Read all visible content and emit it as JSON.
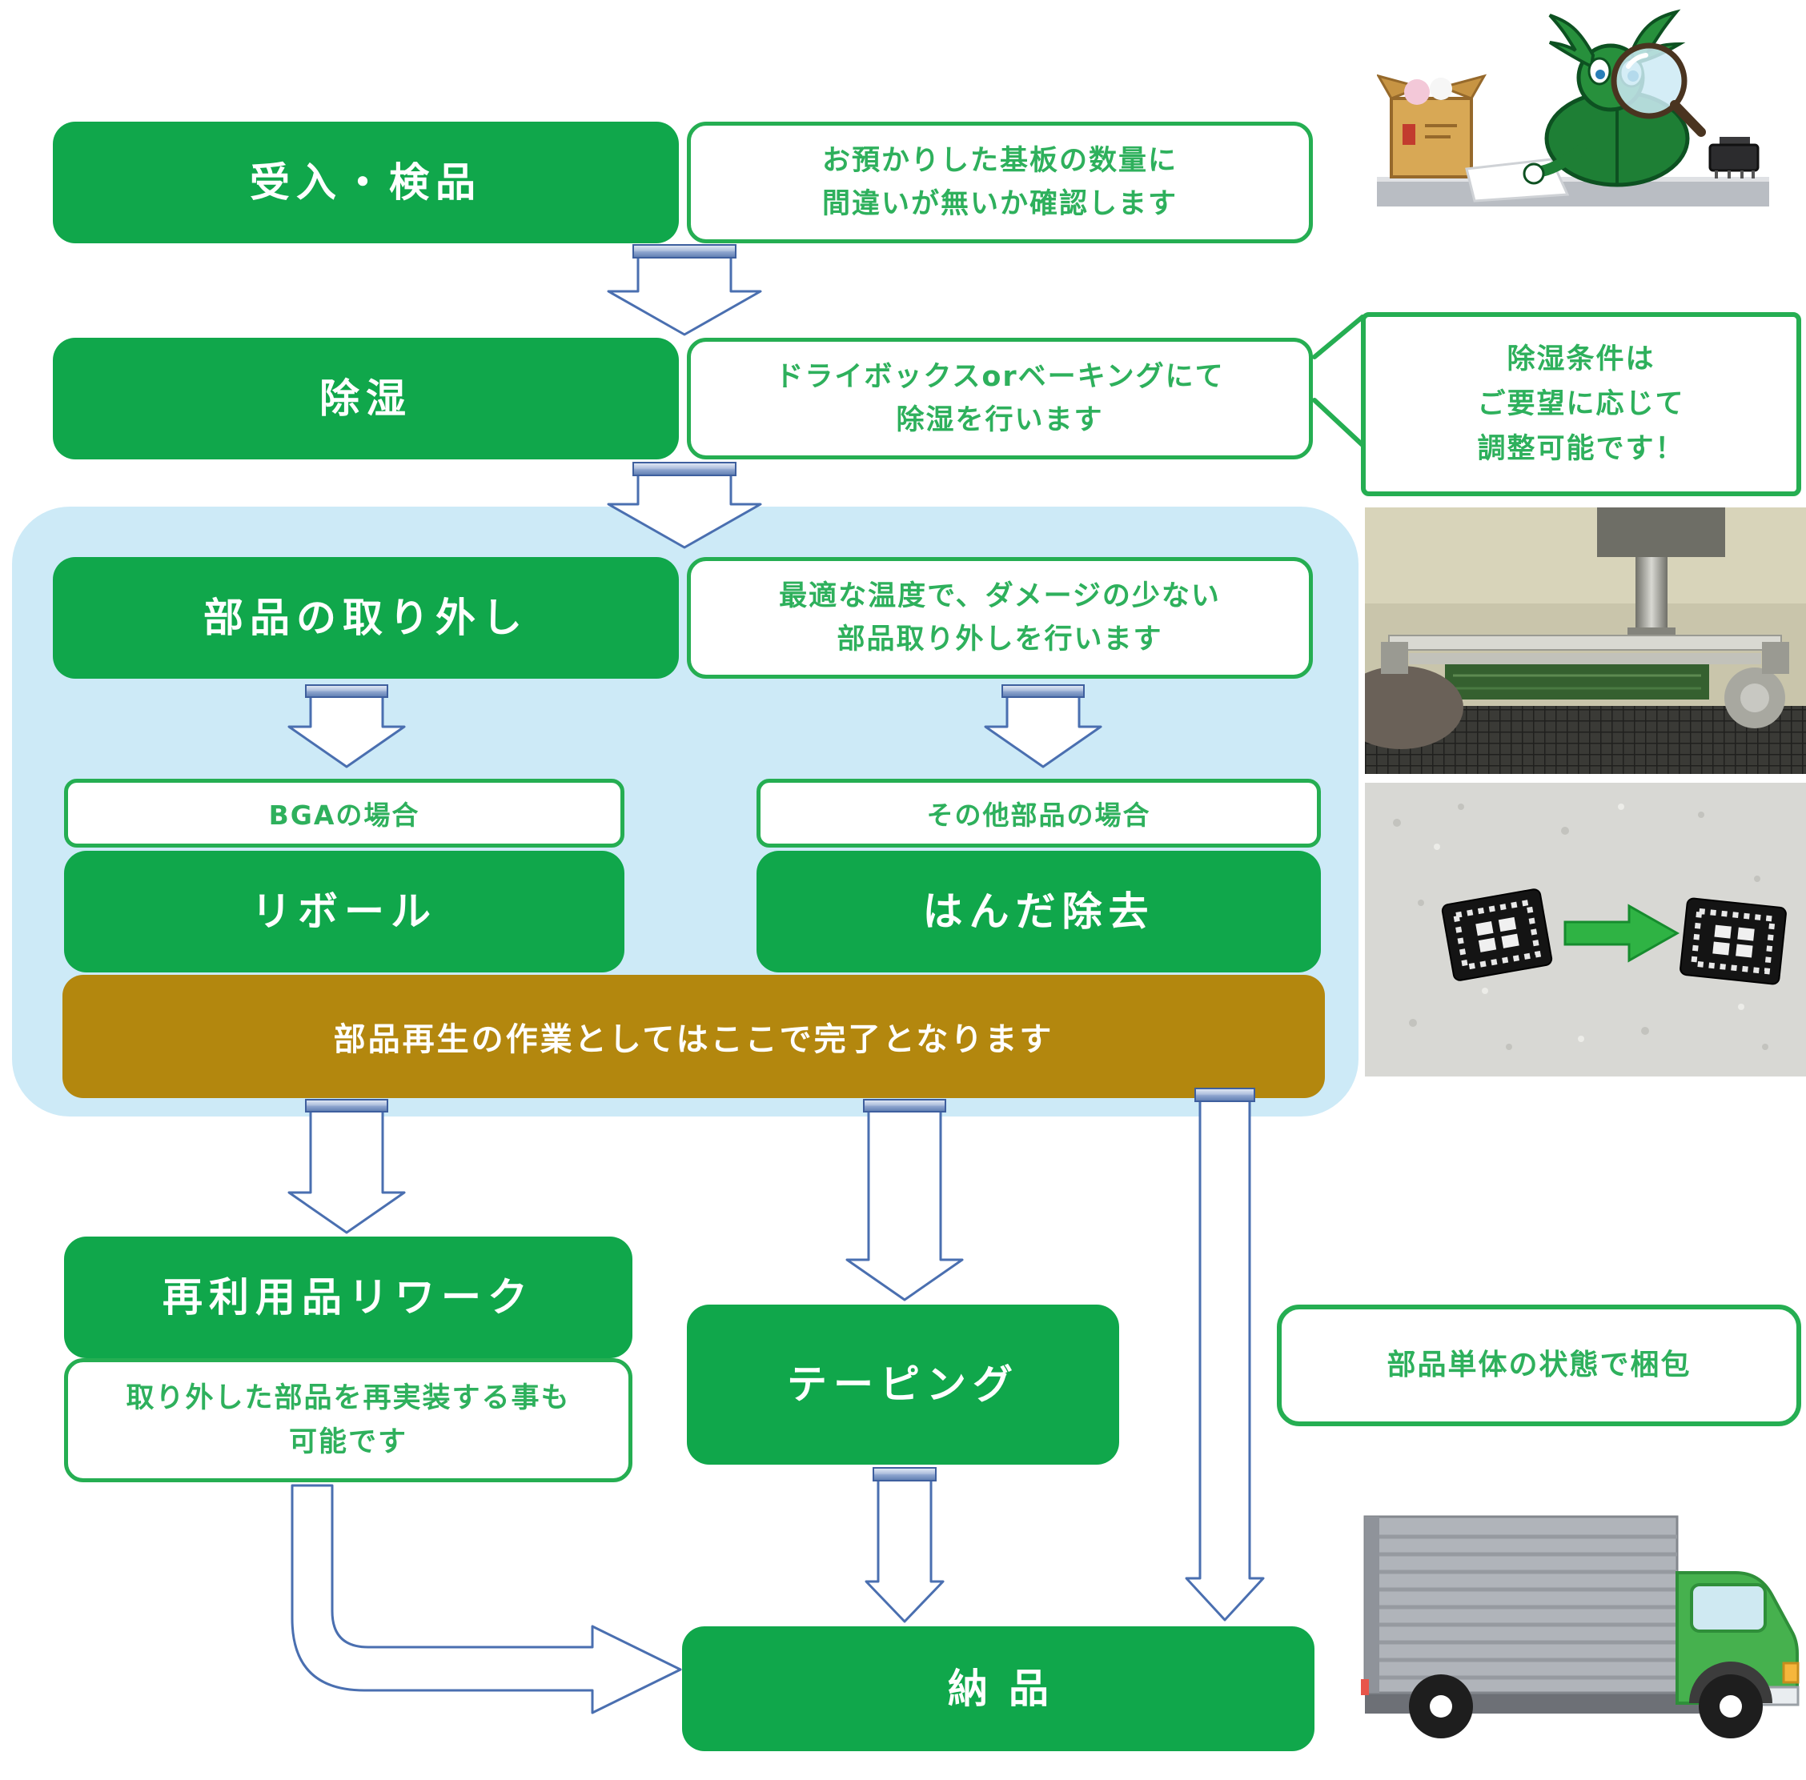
{
  "colors": {
    "green": "#10A74B",
    "green_border": "#25AE52",
    "green_text": "#2EB05C",
    "gold": "#B3870E",
    "light_blue": "#CDEAF7",
    "arrow_blue": "#4A6FB0"
  },
  "steps": {
    "receive": {
      "label": "受入・検品",
      "note": "お預かりした基板の数量に\n間違いが無いか確認します"
    },
    "dehumidify": {
      "label": "除湿",
      "note": "ドライボックスorベーキングにて\n除湿を行います",
      "callout": "除湿条件は\nご要望に応じて\n調整可能です！"
    },
    "removal": {
      "label": "部品の取り外し",
      "note": "最適な温度で、ダメージの少ない\n部品取り外しを行います"
    },
    "bga": {
      "condition": "BGAの場合",
      "label": "リボール"
    },
    "other": {
      "condition": "その他部品の場合",
      "label": "はんだ除去"
    },
    "completion_banner": "部品再生の作業としてはここで完了となります",
    "rework": {
      "label": "再利用品リワーク",
      "note": "取り外した部品を再実装する事も\n可能です"
    },
    "taping": {
      "label": "テーピング",
      "note": "部品単体の状態で梱包"
    },
    "delivery": {
      "label": "納品"
    }
  },
  "illustrations": {
    "top_right": "beetle-inspector-illustration",
    "photo_1": "bga-rework-machine-photo",
    "photo_2": "bga-reball-before-after-photo",
    "bottom_right": "delivery-truck-illustration"
  }
}
